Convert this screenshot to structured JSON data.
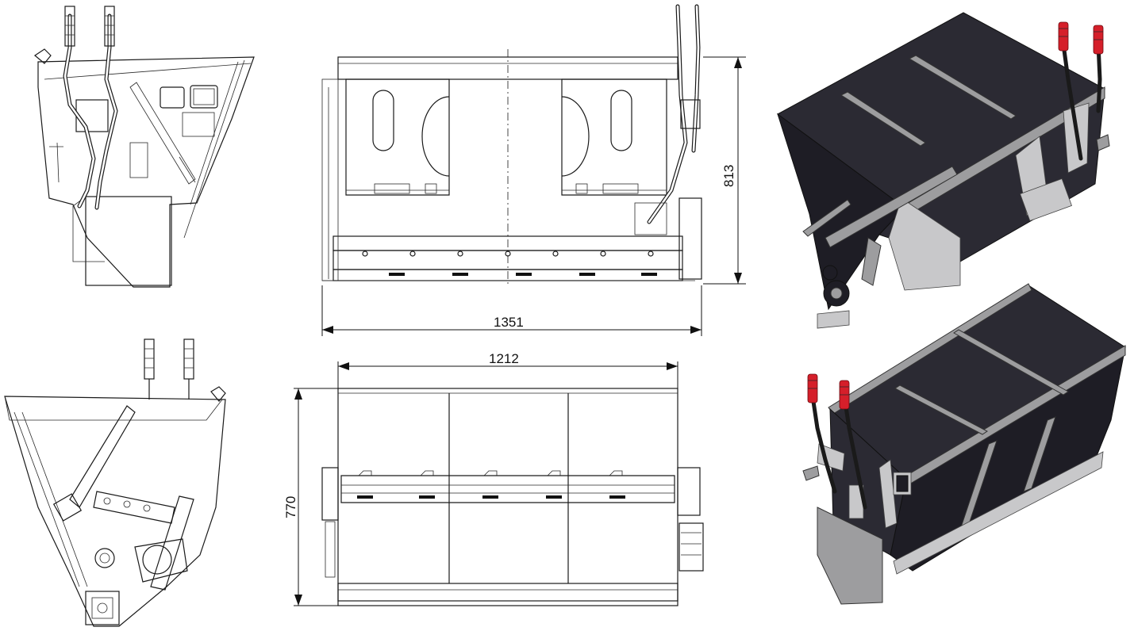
{
  "drawing": {
    "dimensions": {
      "top_width": "1351",
      "top_height": "813",
      "bottom_width": "1212",
      "bottom_height": "770"
    },
    "colors": {
      "line": "#1a1a1a",
      "body_dark": "#2b2a33",
      "frame_grey": "#9d9d9f",
      "light_red": "#d51f2a"
    }
  }
}
